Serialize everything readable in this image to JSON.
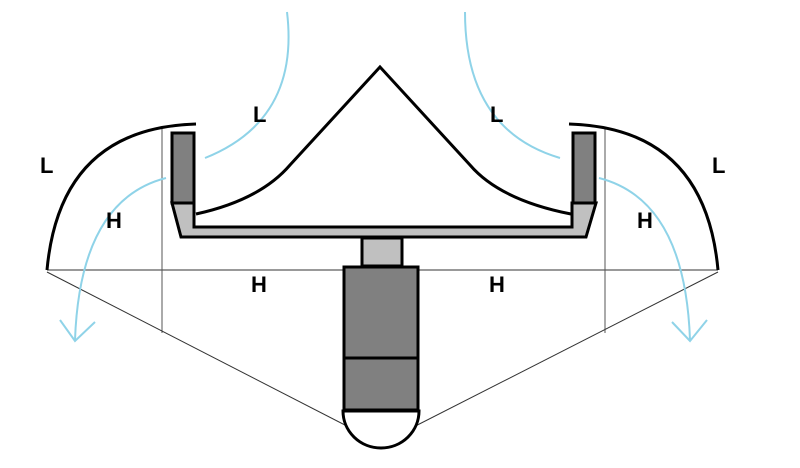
{
  "labels": {
    "low_left_outer": "L",
    "low_left_inner": "L",
    "low_right_inner": "L",
    "low_right_outer": "L",
    "high_left_outer": "H",
    "high_left_inner": "H",
    "high_right_inner": "H",
    "high_right_outer": "H"
  },
  "colors": {
    "airflow": "#8fd3e8",
    "dark_part": "#808080",
    "light_part": "#c0c0c0",
    "outline": "#000000"
  }
}
